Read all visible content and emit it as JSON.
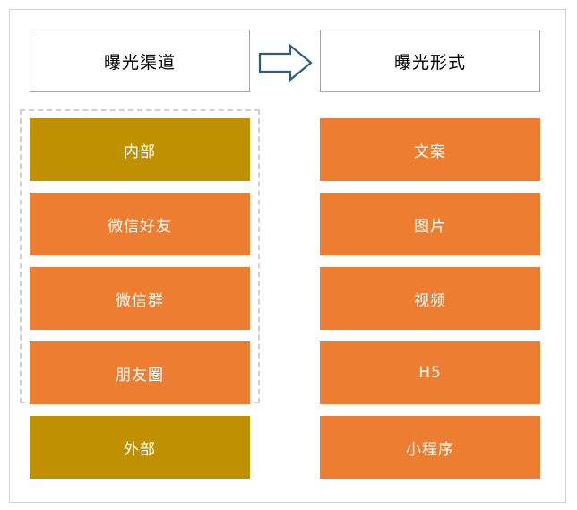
{
  "diagram": {
    "columns": [
      {
        "id": "exposure-channel",
        "header": "曝光渠道",
        "nodes": [
          {
            "label": "内部",
            "color": "#BF9000",
            "grouped": true
          },
          {
            "label": "微信好友",
            "color": "#ED7D31",
            "grouped": true
          },
          {
            "label": "微信群",
            "color": "#ED7D31",
            "grouped": true
          },
          {
            "label": "朋友圈",
            "color": "#ED7D31",
            "grouped": true
          },
          {
            "label": "外部",
            "color": "#BF9000",
            "grouped": false
          }
        ]
      },
      {
        "id": "exposure-form",
        "header": "曝光形式",
        "nodes": [
          {
            "label": "文案",
            "color": "#ED7D31",
            "grouped": false
          },
          {
            "label": "图片",
            "color": "#ED7D31",
            "grouped": false
          },
          {
            "label": "视频",
            "color": "#ED7D31",
            "grouped": false
          },
          {
            "label": "H5",
            "color": "#ED7D31",
            "grouped": false
          },
          {
            "label": "小程序",
            "color": "#ED7D31",
            "grouped": false
          }
        ]
      }
    ],
    "connector": {
      "icon": "right-block-arrow-icon",
      "stroke": "#2E5C8A",
      "fill": "#FFFFFF"
    },
    "group_box": {
      "style": "dashed",
      "color": "#D0D0D0"
    },
    "colors": {
      "orange": "#ED7D31",
      "olive": "#BF9000",
      "frame_border": "#D2D2D2",
      "header_border": "#A6A6A6",
      "header_text": "#000000",
      "node_text": "#FFFFFF",
      "background": "#FFFFFF"
    }
  }
}
